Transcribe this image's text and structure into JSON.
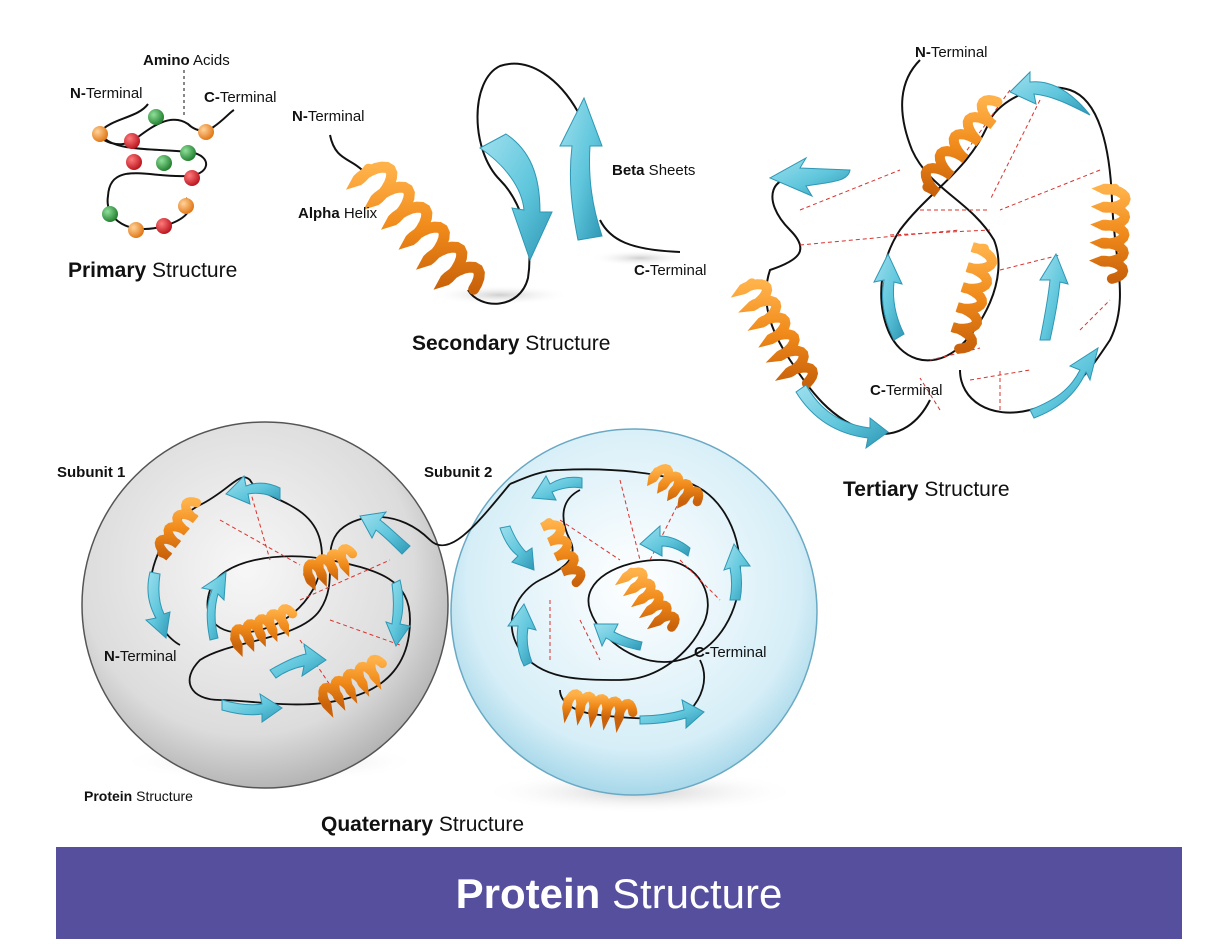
{
  "colors": {
    "banner": "#554f9e",
    "helix": "#f08a1a",
    "helix_dark": "#c9620a",
    "sheet": "#5fc6dc",
    "sheet_dark": "#2e97b4",
    "bond": "#d9332e",
    "bead_orange": "#f28c1e",
    "bead_red": "#d6202a",
    "bead_green": "#2e9a3a",
    "subunit1_fill": "#dcdcdc",
    "subunit2_fill": "#d6eef7"
  },
  "primary": {
    "amino_bold": "Amino",
    "amino_rest": " Acids",
    "n_bold": "N-",
    "n_rest": "Terminal",
    "c_bold": "C-",
    "c_rest": "Terminal",
    "title_bold": "Primary",
    "title_rest": " Structure"
  },
  "secondary": {
    "n_bold": "N-",
    "n_rest": "Terminal",
    "alpha_bold": "Alpha",
    "alpha_rest": " Helix",
    "beta_bold": "Beta",
    "beta_rest": " Sheets",
    "c_bold": "C-",
    "c_rest": "Terminal",
    "title_bold": "Secondary",
    "title_rest": " Structure"
  },
  "tertiary": {
    "n_bold": "N-",
    "n_rest": "Terminal",
    "c_bold": "C-",
    "c_rest": "Terminal",
    "title_bold": "Tertiary",
    "title_rest": " Structure"
  },
  "quaternary": {
    "subunit1": "Subunit 1",
    "subunit2": "Subunit 2",
    "n_bold": "N-",
    "n_rest": "Terminal",
    "c_bold": "C-",
    "c_rest": "Terminal",
    "protein_bold": "Protein",
    "protein_rest": " Structure",
    "title_bold": "Quaternary",
    "title_rest": " Structure"
  },
  "banner": {
    "bold": "Protein",
    "rest": " Structure"
  },
  "icons": [
    "alpha-helix-icon",
    "beta-sheet-arrow-icon",
    "amino-acid-bead-icon",
    "subunit-sphere-icon"
  ]
}
